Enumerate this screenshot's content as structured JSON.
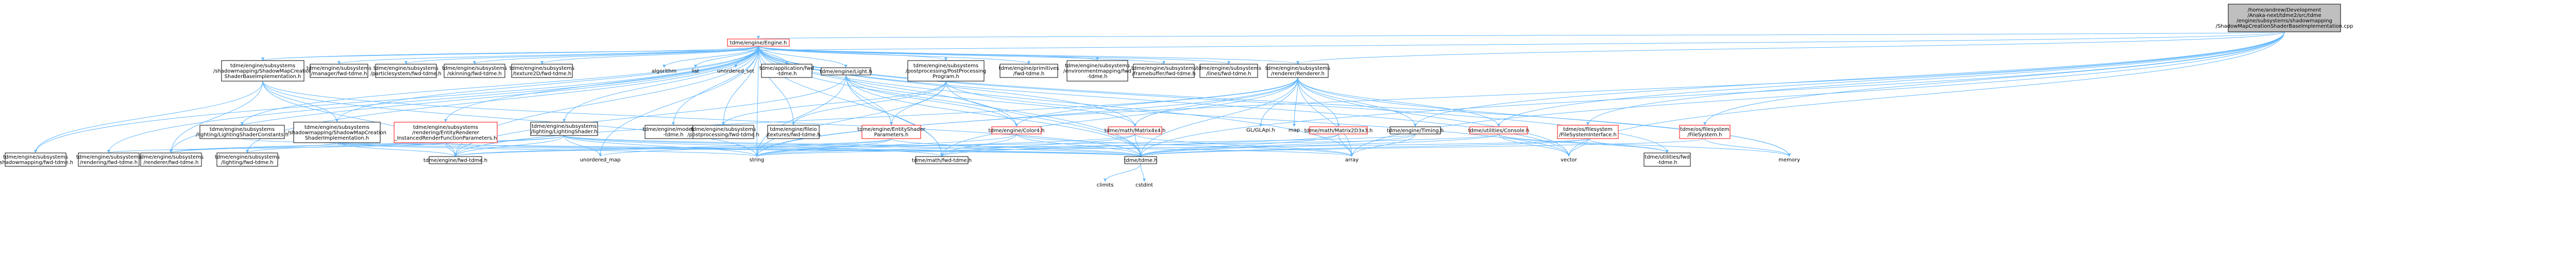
{
  "diagram": {
    "nodes": [
      {
        "id": "root",
        "lines": [
          "/home/andrew/Development",
          "/Anaka-next/tdme2/src/tdme",
          "/engine/subsystems/shadowmapping",
          "/ShadowMapCreationShaderBaseImplementation.cpp"
        ],
        "kind": "root"
      },
      {
        "id": "engine",
        "lines": [
          "tdme/engine/Engine.h"
        ],
        "kind": "error"
      },
      {
        "id": "smcsbi_h",
        "lines": [
          "tdme/engine/subsystems",
          "/shadowmapping/ShadowMapCreation",
          "ShaderBaseImplementation.h"
        ],
        "kind": "link"
      },
      {
        "id": "fsi",
        "lines": [
          "tdme/engine/subsystems",
          "/manager/fwd-tdme.h"
        ],
        "kind": "link"
      },
      {
        "id": "ps_fwd",
        "lines": [
          "tdme/engine/subsystems",
          "/particlesystem/fwd-tdme.h"
        ],
        "kind": "link"
      },
      {
        "id": "skin_fwd",
        "lines": [
          "tdme/engine/subsystems",
          "/skinning/fwd-tdme.h"
        ],
        "kind": "link"
      },
      {
        "id": "tex2d_fwd",
        "lines": [
          "tdme/engine/subsystems",
          "/texture2D/fwd-tdme.h"
        ],
        "kind": "link"
      },
      {
        "id": "algorithm",
        "lines": [
          "algorithm"
        ],
        "kind": "ext"
      },
      {
        "id": "list",
        "lines": [
          "list"
        ],
        "kind": "ext"
      },
      {
        "id": "unordered_set",
        "lines": [
          "unordered_set"
        ],
        "kind": "ext"
      },
      {
        "id": "app_fwd",
        "lines": [
          "tdme/application/fwd",
          "-tdme.h"
        ],
        "kind": "link"
      },
      {
        "id": "light",
        "lines": [
          "tdme/engine/Light.h"
        ],
        "kind": "link"
      },
      {
        "id": "pp",
        "lines": [
          "tdme/engine/subsystems",
          "/postprocessing/PostProcessing",
          "Program.h"
        ],
        "kind": "link"
      },
      {
        "id": "prim_fwd",
        "lines": [
          "tdme/engine/primitives",
          "/fwd-tdme.h"
        ],
        "kind": "link"
      },
      {
        "id": "env_fwd",
        "lines": [
          "tdme/engine/subsystems",
          "/environmentmapping/fwd",
          "-tdme.h"
        ],
        "kind": "link"
      },
      {
        "id": "fb_fwd",
        "lines": [
          "tdme/engine/subsystems",
          "/framebuffer/fwd-tdme.h"
        ],
        "kind": "link"
      },
      {
        "id": "lines_fwd",
        "lines": [
          "tdme/engine/subsystems",
          "/lines/fwd-tdme.h"
        ],
        "kind": "link"
      },
      {
        "id": "renderer",
        "lines": [
          "tdme/engine/subsystems",
          "/renderer/Renderer.h"
        ],
        "kind": "link"
      },
      {
        "id": "fs_interface",
        "lines": [
          "tdme/os/filesystem",
          "/FileSystemInterface.h"
        ],
        "kind": "error"
      },
      {
        "id": "fs_h",
        "lines": [
          "tdme/os/filesystem",
          "/FileSystem.h"
        ],
        "kind": "error"
      },
      {
        "id": "lsc_fwd",
        "lines": [
          "tdme/engine/subsystems",
          "/lighting/LightingShaderConstants.h"
        ],
        "kind": "link"
      },
      {
        "id": "smcsi",
        "lines": [
          "tdme/engine/subsystems",
          "/shadowmapping/ShadowMapCreation",
          "ShaderImplementation.h"
        ],
        "kind": "link"
      },
      {
        "id": "erip",
        "lines": [
          "tdme/engine/subsystems",
          "/rendering/EntityRenderer",
          "_InstancedRenderFunctionParameters.h"
        ],
        "kind": "error"
      },
      {
        "id": "lshader",
        "lines": [
          "tdme/engine/subsystems",
          "/lighting/LightingShader.h"
        ],
        "kind": "link"
      },
      {
        "id": "model_fwd",
        "lines": [
          "tdme/engine/model/fwd",
          "-tdme.h"
        ],
        "kind": "link"
      },
      {
        "id": "pp_fwd",
        "lines": [
          "tdme/engine/subsystems",
          "/postprocessing/fwd-tdme.h"
        ],
        "kind": "link"
      },
      {
        "id": "files_fwd",
        "lines": [
          "tdme/engine/fileio",
          "/textures/fwd-tdme.h"
        ],
        "kind": "link"
      },
      {
        "id": "esp",
        "lines": [
          "tdme/engine/EntityShader",
          "Parameters.h"
        ],
        "kind": "error"
      },
      {
        "id": "color4",
        "lines": [
          "tdme/engine/Color4.h"
        ],
        "kind": "error"
      },
      {
        "id": "m4x4",
        "lines": [
          "tdme/math/Matrix4x4.h"
        ],
        "kind": "error"
      },
      {
        "id": "glext",
        "lines": [
          "GL/GLApi.h"
        ],
        "kind": "ext"
      },
      {
        "id": "map",
        "lines": [
          "map"
        ],
        "kind": "ext"
      },
      {
        "id": "m2x3",
        "lines": [
          "tdme/math/Matrix2D3x3.h"
        ],
        "kind": "error"
      },
      {
        "id": "timing",
        "lines": [
          "tdme/engine/Timing.h"
        ],
        "kind": "link"
      },
      {
        "id": "console",
        "lines": [
          "tdme/utilities/Console.h"
        ],
        "kind": "error"
      },
      {
        "id": "sm_fwd",
        "lines": [
          "tdme/engine/subsystems",
          "/shadowmapping/fwd-tdme.h"
        ],
        "kind": "link"
      },
      {
        "id": "rendering_fwd",
        "lines": [
          "tdme/engine/subsystems",
          "/rendering/fwd-tdme.h"
        ],
        "kind": "link"
      },
      {
        "id": "renderer_fwd",
        "lines": [
          "tdme/engine/subsystems",
          "/renderer/fwd-tdme.h"
        ],
        "kind": "link"
      },
      {
        "id": "lighting_fwd",
        "lines": [
          "tdme/engine/subsystems",
          "/lighting/fwd-tdme.h"
        ],
        "kind": "link"
      },
      {
        "id": "engine_fwd",
        "lines": [
          "tdme/engine/fwd-tdme.h"
        ],
        "kind": "link"
      },
      {
        "id": "unordered_map",
        "lines": [
          "unordered_map"
        ],
        "kind": "ext"
      },
      {
        "id": "string",
        "lines": [
          "string"
        ],
        "kind": "ext"
      },
      {
        "id": "math_fwd",
        "lines": [
          "tdme/math/fwd-tdme.h"
        ],
        "kind": "link"
      },
      {
        "id": "tdme_h",
        "lines": [
          "tdme/tdme.h"
        ],
        "kind": "link"
      },
      {
        "id": "array",
        "lines": [
          "array"
        ],
        "kind": "ext"
      },
      {
        "id": "vector",
        "lines": [
          "vector"
        ],
        "kind": "ext"
      },
      {
        "id": "util_fwd",
        "lines": [
          "tdme/utilities/fwd",
          "-tdme.h"
        ],
        "kind": "link"
      },
      {
        "id": "memory",
        "lines": [
          "memory"
        ],
        "kind": "ext"
      },
      {
        "id": "climits",
        "lines": [
          "climits"
        ],
        "kind": "ext"
      },
      {
        "id": "cstdint",
        "lines": [
          "cstdint"
        ],
        "kind": "ext"
      }
    ]
  },
  "colors": {
    "edge": "#63b8ff",
    "root_fill": "#bfbfbf",
    "border": "#000000",
    "error_border": "#ff0000",
    "leaf_border": "#bfbfbf"
  }
}
